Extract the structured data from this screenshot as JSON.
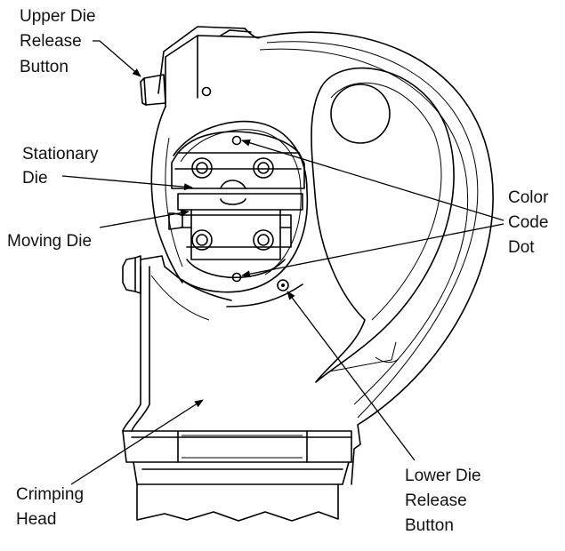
{
  "labels": {
    "upper_die_release": [
      "Upper Die",
      "Release",
      "Button"
    ],
    "stationary_die": [
      "Stationary",
      "Die"
    ],
    "moving_die": [
      "Moving Die"
    ],
    "color_code_dot": [
      "Color",
      "Code",
      "Dot"
    ],
    "lower_die_release": [
      "Lower Die",
      "Release",
      "Button"
    ],
    "crimping_head": [
      "Crimping",
      "Head"
    ]
  }
}
